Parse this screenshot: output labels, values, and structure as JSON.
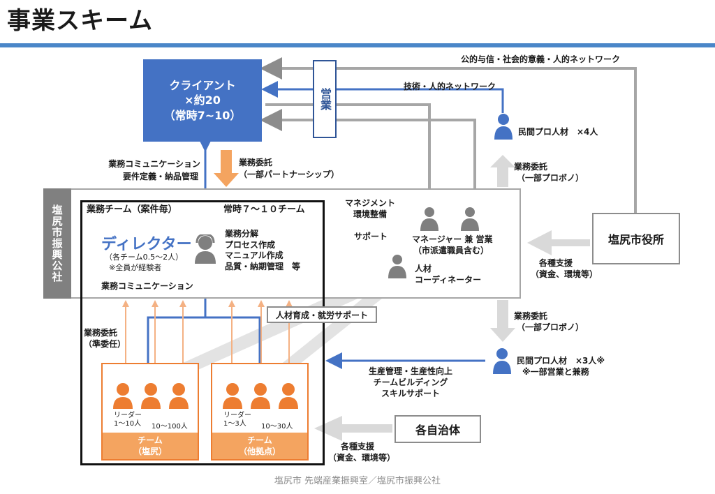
{
  "title": "事業スキーム",
  "footer": "塩尻市 先端産業振興室／塩尻市振興公社",
  "colors": {
    "accent_blue": "#4472c4",
    "orange": "#ed7d31",
    "gray": "#a6a6a6",
    "title_bar": "#4a86c8"
  },
  "icons": [
    "person-icon",
    "headset-person-icon"
  ],
  "client": {
    "line1": "クライアント",
    "line2": "×約20",
    "line3": "（常時7~10）"
  },
  "sales": "営業",
  "labels": {
    "public_network": "公的与信・社会的意義・人的ネットワーク",
    "tech_network": "技術・人的ネットワーク",
    "comm_left1": "業務コミュニケーション",
    "comm_left2": "要件定義・納品管理",
    "outsource_top1": "業務委託",
    "outsource_top2": "（一部パートナーシップ）",
    "mgmt1": "マネジメント",
    "mgmt2": "環境整備",
    "support": "サポート",
    "outsource_pro1": "業務委託",
    "outsource_pro2": "（一部プロボノ）",
    "support_various1": "各種支援",
    "support_various2": "（資金、環境等）",
    "outsource_pro3": "業務委託",
    "outsource_pro4": "（一部プロボノ）",
    "prod1": "生産管理・生産性向上",
    "prod2": "チームビルディング",
    "prod3": "スキルサポート",
    "support_local1": "各種支援",
    "support_local2": "（資金、環境等）",
    "outsource_sub1": "業務委託",
    "outsource_sub2": "（準委任）",
    "hr_support": "人材育成・就労サポート"
  },
  "corp": {
    "name": "塩尻市振興公社",
    "team_header": "業務チーム（案件毎）",
    "team_count": "常時７～１０チーム",
    "director": "ディレクター",
    "director_note1": "（各チーム0.5～2人）",
    "director_note2": "※全員が経験者",
    "tasks": [
      "業務分解",
      "プロセス作成",
      "マニュアル作成",
      "品質・納期管理　等"
    ],
    "comm": "業務コミュニケーション",
    "manager1": "マネージャー 兼 営業",
    "manager2": "（市派遣職員含む）",
    "coord1": "人材",
    "coord2": "コーディネーター"
  },
  "pro1": {
    "label": "民間プロ人材　×4人"
  },
  "pro2": {
    "label": "民間プロ人材　×3人※",
    "note": "※一部営業と兼務"
  },
  "city": "塩尻市役所",
  "local": "各自治体",
  "team_shiojiri": {
    "leader": "リーダー",
    "leader_count": "1～10人",
    "member_count": "10～100人",
    "name": "チーム",
    "place": "（塩尻）"
  },
  "team_other": {
    "leader": "リーダー",
    "leader_count": "1～3人",
    "member_count": "10～30人",
    "name": "チーム",
    "place": "（他拠点）"
  }
}
